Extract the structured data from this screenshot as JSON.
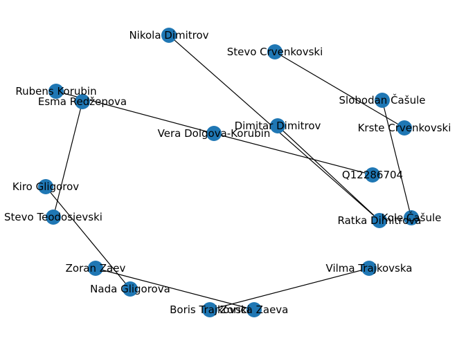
{
  "graph": {
    "node_color": "#1f77b4",
    "edge_color": "#000000",
    "nodes": [
      {
        "id": "nikola",
        "label": "Nikola Dimitrov"
      },
      {
        "id": "stevo_c",
        "label": "Stevo Crvenkovski"
      },
      {
        "id": "rubens",
        "label": "Rubens Korubin"
      },
      {
        "id": "esma",
        "label": "Esma Redžepova"
      },
      {
        "id": "slobodan",
        "label": "Slobodan Čašule"
      },
      {
        "id": "dimitar",
        "label": "Dimitar Dimitrov"
      },
      {
        "id": "krste",
        "label": "Krste Crvenkovski"
      },
      {
        "id": "vera",
        "label": "Vera Dolgova-Korubin"
      },
      {
        "id": "q",
        "label": "Q12286704"
      },
      {
        "id": "kiro",
        "label": "Kiro Gligorov"
      },
      {
        "id": "stevo_t",
        "label": "Stevo Teodosievski"
      },
      {
        "id": "ratka",
        "label": "Ratka Dimitrova"
      },
      {
        "id": "kole",
        "label": "Kole Čašule"
      },
      {
        "id": "zoran",
        "label": "Zoran Zaev"
      },
      {
        "id": "vilma",
        "label": "Vilma Trajkovska"
      },
      {
        "id": "nada",
        "label": "Nada Gligorova"
      },
      {
        "id": "boris",
        "label": "Boris Trajkovski"
      },
      {
        "id": "zorica",
        "label": "Zorica Zaeva"
      }
    ],
    "edges": [
      [
        "nikola",
        "ratka"
      ],
      [
        "stevo_c",
        "krste"
      ],
      [
        "rubens",
        "vera"
      ],
      [
        "esma",
        "stevo_t"
      ],
      [
        "slobodan",
        "kole"
      ],
      [
        "dimitar",
        "ratka"
      ],
      [
        "vera",
        "q"
      ],
      [
        "kiro",
        "nada"
      ],
      [
        "zoran",
        "zorica"
      ],
      [
        "vilma",
        "boris"
      ]
    ]
  }
}
